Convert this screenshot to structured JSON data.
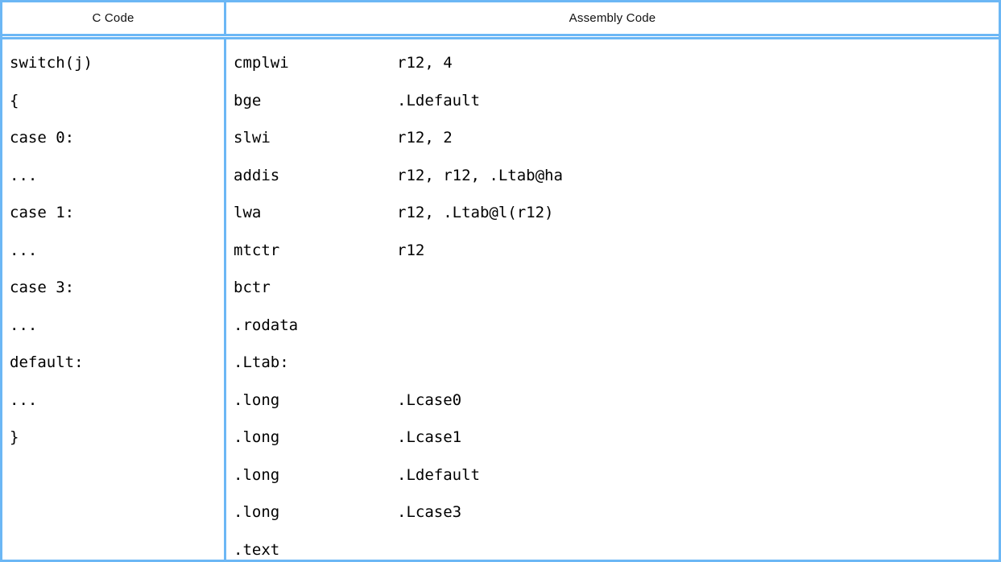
{
  "style": {
    "rule_color": "#6cb7f5",
    "text_color": "#000000",
    "background": "#ffffff"
  },
  "table": {
    "columns": [
      {
        "key": "c_code",
        "header": "C Code"
      },
      {
        "key": "assembly_code",
        "header": "Assembly Code"
      }
    ],
    "c_code_lines": [
      "switch(j)",
      "{",
      "case 0:",
      "...",
      "case 1:",
      "...",
      "case 3:",
      "...",
      "default:",
      "...",
      "}"
    ],
    "assembly_lines": [
      {
        "mnemonic": "cmplwi",
        "operand": "r12, 4"
      },
      {
        "mnemonic": "bge",
        "operand": ".Ldefault"
      },
      {
        "mnemonic": "slwi",
        "operand": "r12, 2"
      },
      {
        "mnemonic": "addis",
        "operand": "r12, r12, .Ltab@ha"
      },
      {
        "mnemonic": "lwa",
        "operand": "r12, .Ltab@l(r12)"
      },
      {
        "mnemonic": "mtctr",
        "operand": "r12"
      },
      {
        "mnemonic": "bctr",
        "operand": ""
      },
      {
        "mnemonic": ".rodata",
        "operand": ""
      },
      {
        "mnemonic": ".Ltab:",
        "operand": ""
      },
      {
        "mnemonic": ".long",
        "operand": ".Lcase0"
      },
      {
        "mnemonic": ".long",
        "operand": ".Lcase1"
      },
      {
        "mnemonic": ".long",
        "operand": ".Ldefault"
      },
      {
        "mnemonic": ".long",
        "operand": ".Lcase3"
      },
      {
        "mnemonic": ".text",
        "operand": ""
      }
    ]
  }
}
